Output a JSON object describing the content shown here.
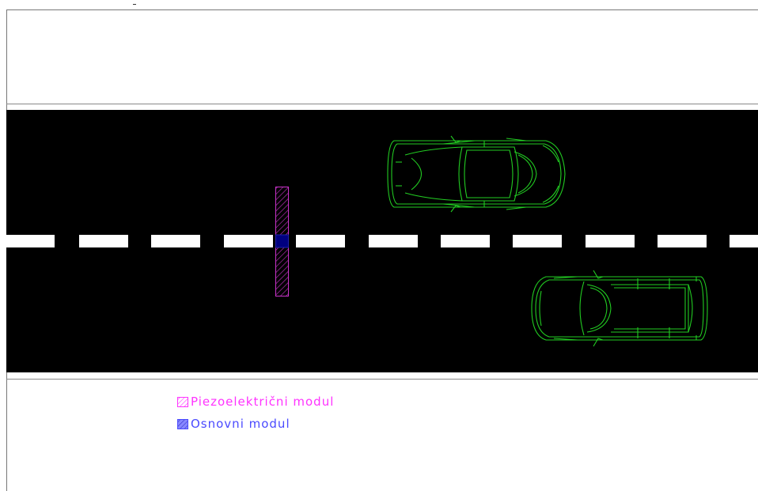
{
  "legend": {
    "items": [
      {
        "label": "Piezoelektrični modul",
        "color": "#ff33ff",
        "pattern": "hatch"
      },
      {
        "label": "Osnovni modul",
        "color": "#4a4aff",
        "pattern": "hatch-filled"
      }
    ]
  },
  "road": {
    "surface_color": "#000000",
    "marking_color": "#ffffff",
    "border_color": "#888888"
  },
  "vehicles": [
    {
      "type": "sedan",
      "direction": "right",
      "color": "#22cc22",
      "icon": "car-top-view-icon"
    },
    {
      "type": "van",
      "direction": "left",
      "color": "#22cc22",
      "icon": "van-top-view-icon"
    }
  ],
  "piezo_module": {
    "color": "#cc33cc"
  },
  "base_module": {
    "color": "#000080"
  }
}
